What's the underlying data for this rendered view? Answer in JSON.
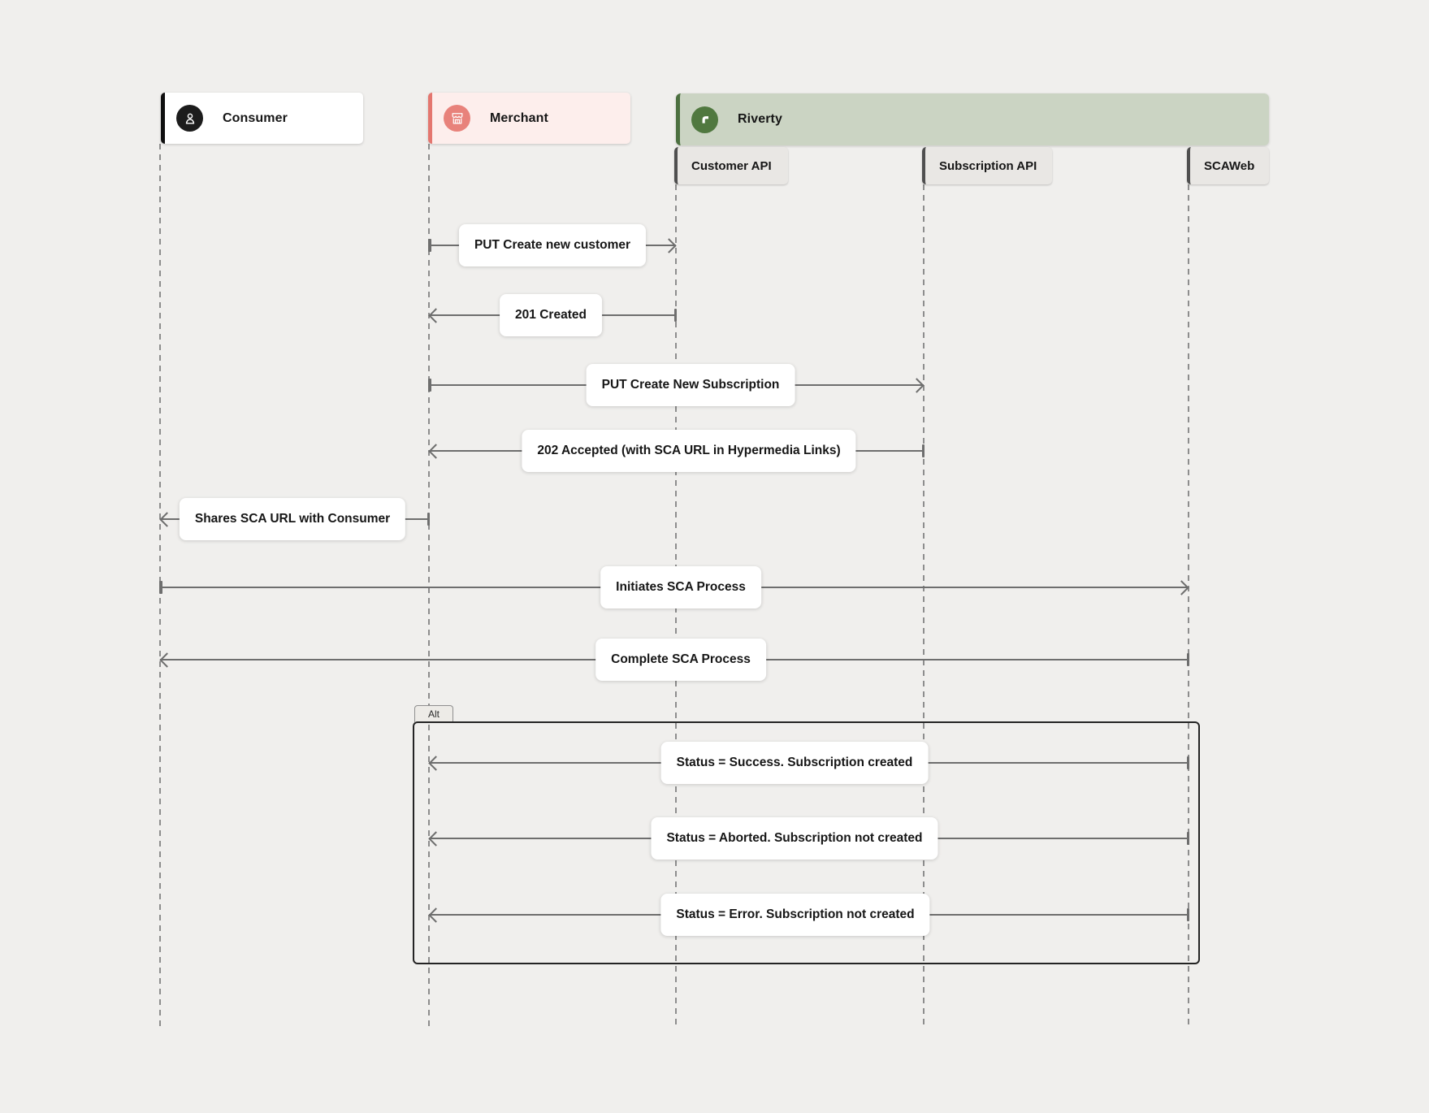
{
  "participants": [
    {
      "id": "consumer",
      "label": "Consumer",
      "icon": "person-icon",
      "accent": "#0f0f0f",
      "bg": "#ffffff",
      "icon_bg": "#1c1c1c"
    },
    {
      "id": "merchant",
      "label": "Merchant",
      "icon": "storefront-icon",
      "accent": "#e4766f",
      "bg": "#fdeeec",
      "icon_bg": "#e8827b"
    },
    {
      "id": "riverty",
      "label": "Riverty",
      "icon": "riverty-logo",
      "accent": "#4c7040",
      "bg": "#cbd4c3",
      "icon_bg": "#50783f"
    }
  ],
  "sub_participants": [
    {
      "id": "customer-api",
      "label": "Customer API",
      "parent": "riverty"
    },
    {
      "id": "subscription-api",
      "label": "Subscription API",
      "parent": "riverty"
    },
    {
      "id": "scaweb",
      "label": "SCAWeb",
      "parent": "riverty"
    }
  ],
  "messages": [
    {
      "label": "PUT Create new customer",
      "from": "merchant",
      "to": "customer-api",
      "direction": "right"
    },
    {
      "label": "201 Created",
      "from": "customer-api",
      "to": "merchant",
      "direction": "left"
    },
    {
      "label": "PUT Create New Subscription",
      "from": "merchant",
      "to": "subscription-api",
      "direction": "right"
    },
    {
      "label": "202 Accepted (with SCA URL in Hypermedia Links)",
      "from": "subscription-api",
      "to": "merchant",
      "direction": "left"
    },
    {
      "label": "Shares SCA URL with Consumer",
      "from": "merchant",
      "to": "consumer",
      "direction": "left"
    },
    {
      "label": "Initiates SCA Process",
      "from": "consumer",
      "to": "scaweb",
      "direction": "right"
    },
    {
      "label": "Complete SCA Process",
      "from": "scaweb",
      "to": "consumer",
      "direction": "left"
    },
    {
      "label": "Status = Success. Subscription created",
      "from": "scaweb",
      "to": "merchant",
      "direction": "left",
      "in_alt": true
    },
    {
      "label": "Status = Aborted. Subscription not created",
      "from": "scaweb",
      "to": "merchant",
      "direction": "left",
      "in_alt": true
    },
    {
      "label": "Status = Error. Subscription not created",
      "from": "scaweb",
      "to": "merchant",
      "direction": "left",
      "in_alt": true
    }
  ],
  "alt_frame": {
    "label": "Alt"
  },
  "colors": {
    "canvas_bg": "#f0efed",
    "arrow_line": "#6e6e6e",
    "label_box_bg": "#ffffff",
    "label_text": "#161616",
    "sub_box_bg": "#e9e7e4",
    "sub_box_border": "#4f4f4f",
    "alt_border": "#242424"
  }
}
